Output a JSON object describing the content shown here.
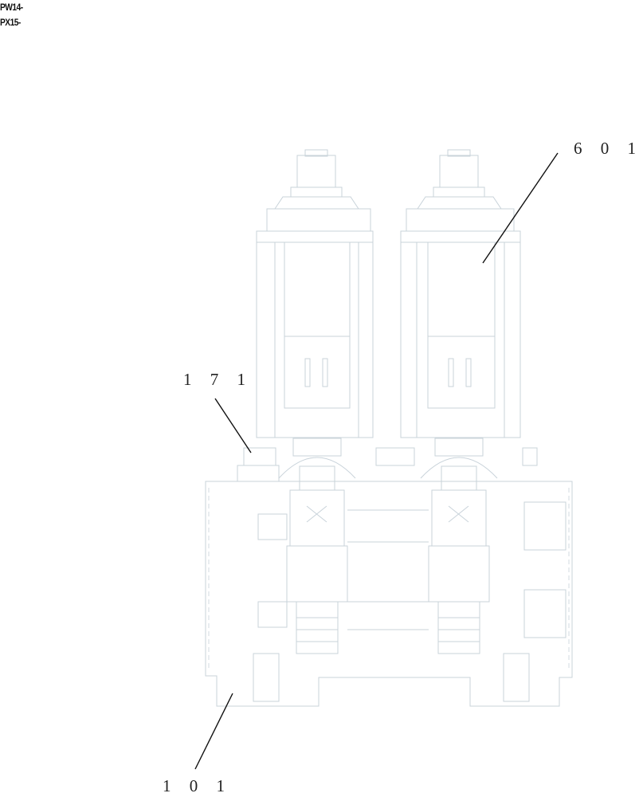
{
  "header": {
    "codes": [
      "PW14-",
      "PX15-"
    ]
  },
  "callouts": {
    "c601": "6 0 1",
    "c171": "1 7 1",
    "c101": "1 0 1"
  },
  "colors": {
    "linework": "#c9d3da",
    "leader": "#111111",
    "text": "#222222",
    "background": "#ffffff"
  }
}
